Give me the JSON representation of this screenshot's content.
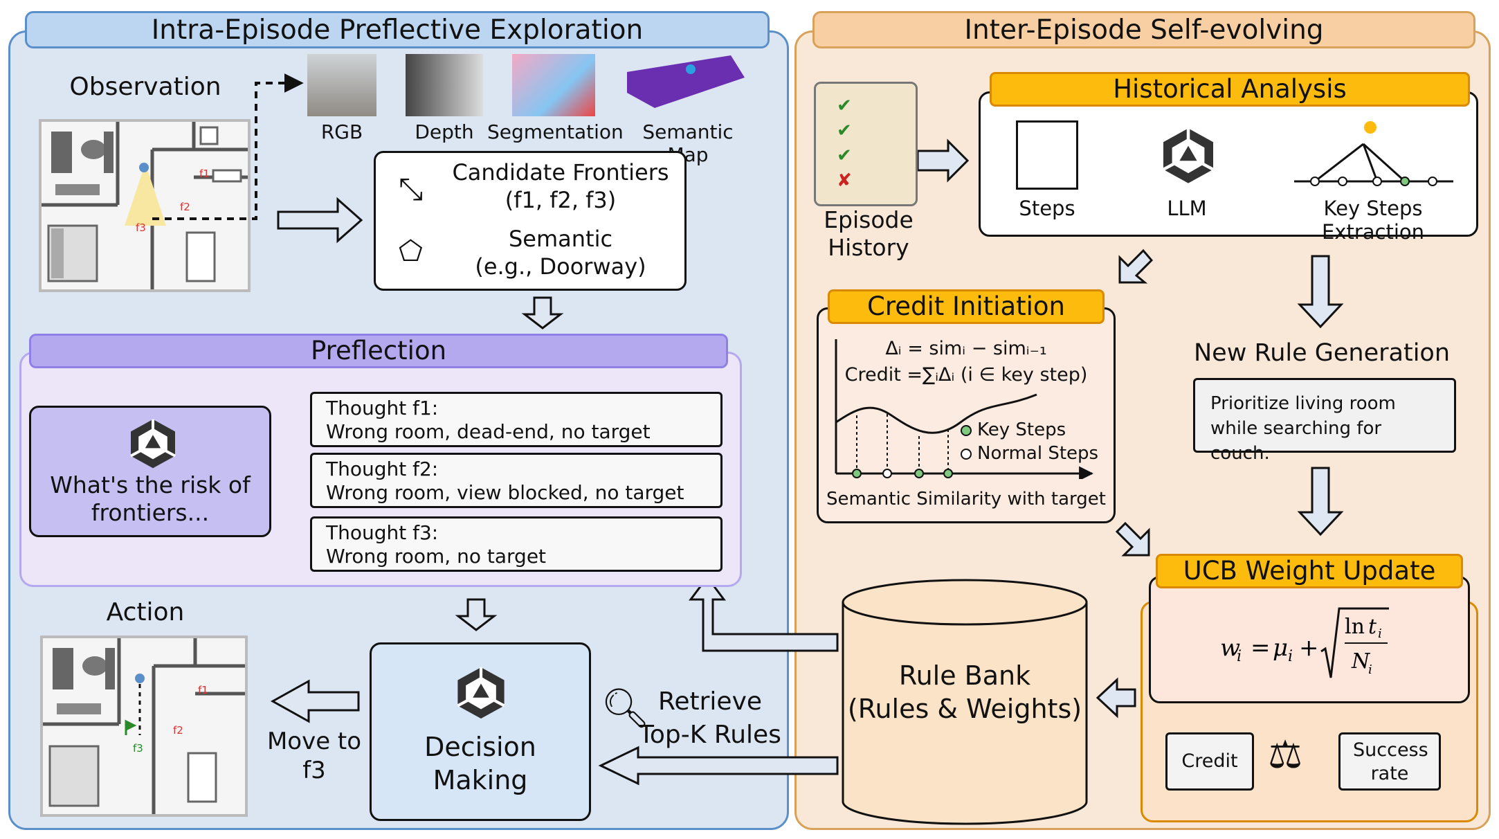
{
  "left_panel": {
    "title": "Intra-Episode Preflective Exploration",
    "observation_label": "Observation",
    "sensor_labels": [
      "RGB",
      "Depth",
      "Segmentation",
      "Semantic Map"
    ],
    "frontier_map_labels": [
      "f1",
      "f2",
      "f3"
    ],
    "candidate_box": {
      "frontiers_title": "Candidate Frontiers",
      "frontiers_value": "(f1, f2, f3)",
      "semantic_title": "Semantic",
      "semantic_value": "(e.g., Doorway)"
    },
    "preflection": {
      "title": "Preflection",
      "question": "What's the risk of frontiers...",
      "thoughts": [
        {
          "title": "Thought f1:",
          "text": "Wrong room, dead-end, no target"
        },
        {
          "title": "Thought f2:",
          "text": "Wrong room, view blocked, no target"
        },
        {
          "title": "Thought f3:",
          "text": "Wrong room, no target"
        }
      ]
    },
    "action_label": "Action",
    "move_label": "Move to f3",
    "decision_label": "Decision Making",
    "retrieve_label": "Retrieve Top-K Rules"
  },
  "right_panel": {
    "title": "Inter-Episode Self-evolving",
    "episode_history_label": "Episode History",
    "historical_analysis": {
      "title": "Historical Analysis",
      "steps_label": "Steps",
      "llm_label": "LLM",
      "key_steps_label": "Key Steps Extraction"
    },
    "credit_initiation": {
      "title": "Credit Initiation",
      "formula_delta": "Δᵢ = simᵢ − simᵢ₋₁",
      "formula_credit": "Credit =∑ᵢΔᵢ (i ∈ key step)",
      "legend_key": "Key Steps",
      "legend_normal": "Normal Steps",
      "axis_label": "Semantic Similarity with target"
    },
    "new_rule": {
      "title": "New Rule Generation",
      "text_line1": "Prioritize living room",
      "text_line2": "while searching for couch."
    },
    "rule_bank": {
      "line1": "Rule Bank",
      "line2": "(Rules & Weights)"
    },
    "ucb": {
      "title": "UCB Weight Update",
      "credit_label": "Credit",
      "success_label": "Success rate"
    }
  },
  "colors": {
    "left_bg": "#dce6f2",
    "right_bg": "#f9e8d8",
    "accent_yellow": "#fdbb0d",
    "preflection_purple": "#b4a9ef",
    "key_step_green": "#7fc97f"
  }
}
